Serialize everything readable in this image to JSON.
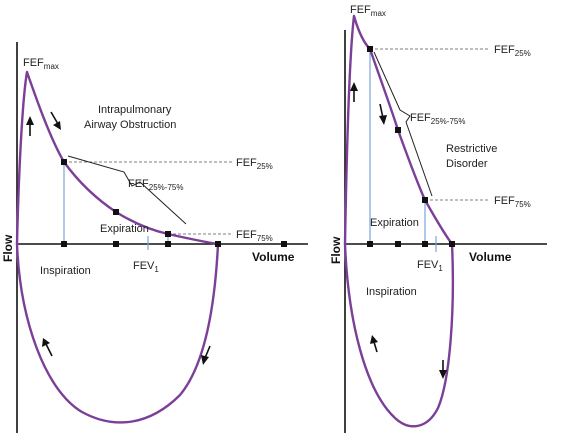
{
  "colors": {
    "curve": "#7b3f98",
    "axis": "#111111",
    "vertical_marker": "#7aa7d6",
    "dashed_leader": "#555555"
  },
  "left_panel": {
    "condition": "Intrapulmonary\nAirway Obstruction",
    "fef_max": {
      "main": "FEF",
      "sub": "max"
    },
    "fef_25": {
      "main": "FEF",
      "sub": "25%"
    },
    "fef_25_75": {
      "main": "FEF",
      "sub": "25%-75%"
    },
    "fef_75": {
      "main": "FEF",
      "sub": "75%"
    },
    "fev1": {
      "main": "FEV",
      "sub": "1"
    },
    "expiration": "Expiration",
    "inspiration": "Inspiration",
    "x_axis": "Volume",
    "y_axis": "Flow"
  },
  "right_panel": {
    "condition": "Restrictive\nDisorder",
    "fef_max": {
      "main": "FEF",
      "sub": "max"
    },
    "fef_25": {
      "main": "FEF",
      "sub": "25%"
    },
    "fef_25_75": {
      "main": "FEF",
      "sub": "25%-75%"
    },
    "fef_75": {
      "main": "FEF",
      "sub": "75%"
    },
    "fev1": {
      "main": "FEV",
      "sub": "1"
    },
    "expiration": "Expiration",
    "inspiration": "Inspiration",
    "x_axis": "Volume",
    "y_axis": "Flow"
  }
}
